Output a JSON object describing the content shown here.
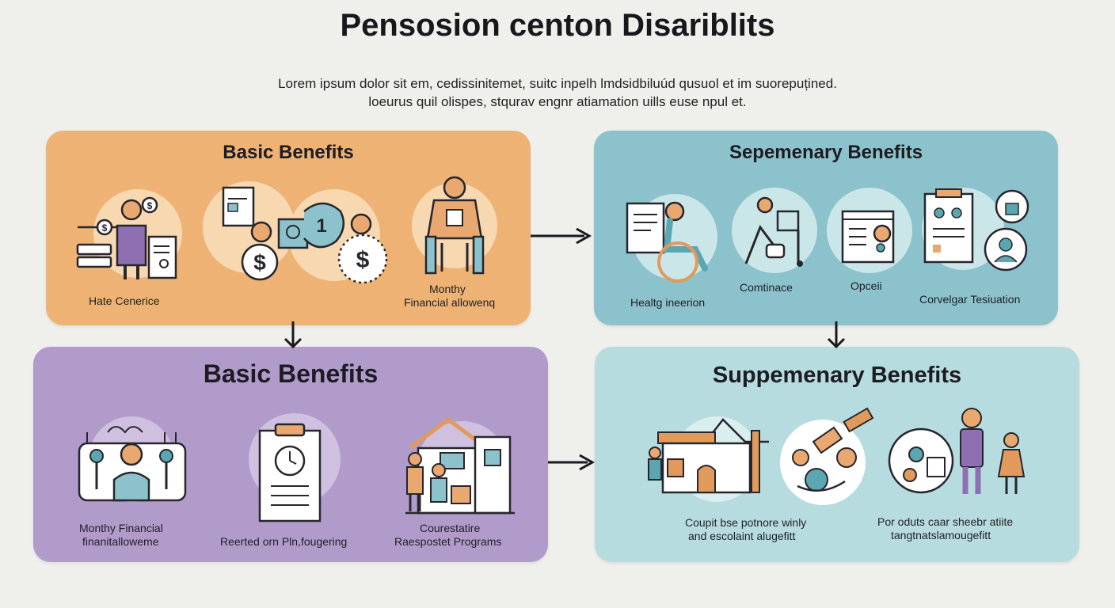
{
  "page": {
    "title": "Pensosion centon Disariblits",
    "subtitle_line1": "Lorem ipsum dolor sit em, cedissinitemet, suitc inpelh lmdsidbiluúd qusuol et im suorepuțined.",
    "subtitle_line2": "loeurus quil olispes, stqurav engnr atiamation uills euse npul et."
  },
  "panels": {
    "basic_top": {
      "title": "Basic Benefits",
      "labels": [
        "Hate Cenerice",
        "Monthy",
        "Financial allowenq"
      ]
    },
    "supp_top": {
      "title": "Sepemenary Benefits",
      "labels": [
        "Healtg ineerion",
        "Comtinace",
        "Opceii",
        "Corvelgar Tesiuation"
      ]
    },
    "basic_bottom": {
      "title": "Basic Benefits",
      "labels": [
        "Monthy Financial",
        "finanitalloweme",
        "Reerted orn Pln,fougering",
        "Courestatire",
        "Raespostet Programs"
      ]
    },
    "supp_bottom": {
      "title": "Suppemenary Benefits",
      "labels": [
        "Coupit bse potnore winly",
        "and escolaint alugefitt",
        "Por oduts caar sheebr atiite",
        "tangtnatslamougefitt"
      ]
    }
  },
  "colors": {
    "orange_panel": "#eeb374",
    "teal_panel": "#8cc2cc",
    "purple_panel": "#b19bcb",
    "light_teal_panel": "#b6dcdf",
    "icon_orange": "#e19a5c",
    "icon_purple": "#8e6fb1",
    "icon_teal": "#5aa6b1"
  }
}
